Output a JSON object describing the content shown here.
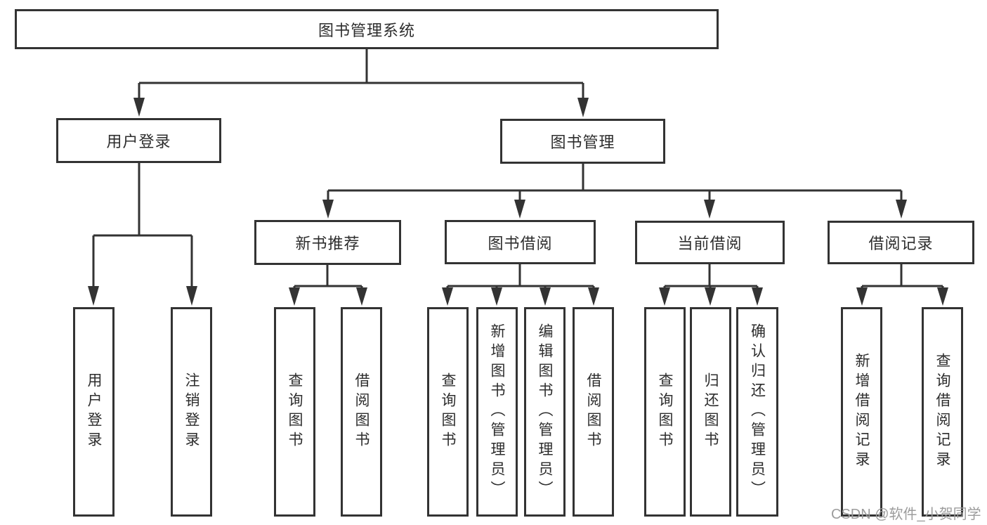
{
  "diagram": {
    "root": {
      "label": "图书管理系统"
    },
    "level2": {
      "login": {
        "label": "用户登录"
      },
      "mgmt": {
        "label": "图书管理"
      }
    },
    "level3": {
      "recommend": {
        "label": "新书推荐"
      },
      "borrow": {
        "label": "图书借阅"
      },
      "current": {
        "label": "当前借阅"
      },
      "records": {
        "label": "借阅记录"
      }
    },
    "leaves": {
      "user_login": {
        "label": "用户登录"
      },
      "logout": {
        "label": "注销登录"
      },
      "rec_query": {
        "label": "查询图书"
      },
      "rec_borrow": {
        "label": "借阅图书"
      },
      "bor_query": {
        "label": "查询图书"
      },
      "bor_add": {
        "label": "新增图书（管理员）"
      },
      "bor_edit": {
        "label": "编辑图书（管理员）"
      },
      "bor_borrow": {
        "label": "借阅图书"
      },
      "cur_query": {
        "label": "查询图书"
      },
      "cur_return": {
        "label": "归还图书"
      },
      "cur_confirm": {
        "label": "确认归还（管理员）"
      },
      "log_add": {
        "label": "新增借阅记录"
      },
      "log_query": {
        "label": "查询借阅记录"
      }
    }
  },
  "watermark": {
    "text": "CSDN @软件_小贺同学"
  },
  "colors": {
    "line": "#333333",
    "text": "#2d2d2d",
    "watermark": "#9c9c9c",
    "background": "#ffffff"
  }
}
